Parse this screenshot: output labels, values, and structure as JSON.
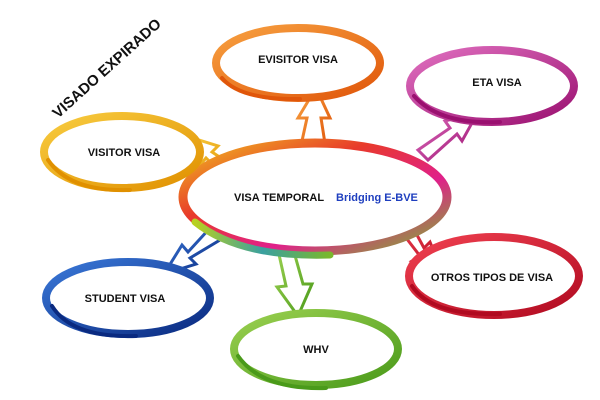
{
  "title": "VISADO EXPIRADO",
  "center": {
    "label": "VISA TEMPORAL",
    "sublabel": "Bridging E-BVE"
  },
  "nodes": [
    {
      "id": "evisitor",
      "label": "EVISITOR VISA",
      "color": "#f07a1a"
    },
    {
      "id": "eta",
      "label": "ETA VISA",
      "color": "#c0208a"
    },
    {
      "id": "visitor",
      "label": "VISITOR VISA",
      "color": "#f0a818"
    },
    {
      "id": "otros",
      "label": "OTROS TIPOS DE VISA",
      "color": "#d81c34"
    },
    {
      "id": "student",
      "label": "STUDENT VISA",
      "color": "#1a4aa8"
    },
    {
      "id": "whv",
      "label": "WHV",
      "color": "#6cb82c"
    }
  ]
}
